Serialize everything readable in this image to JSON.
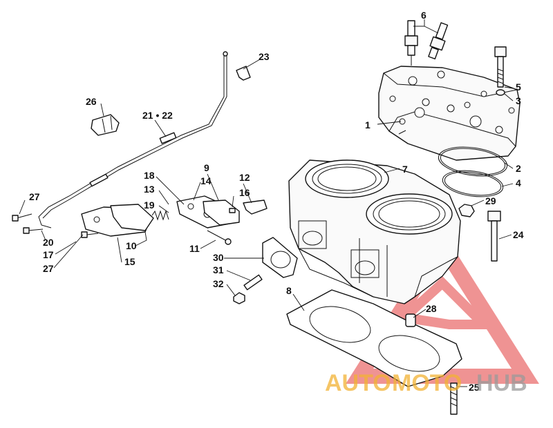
{
  "callouts": [
    {
      "id": "1",
      "label": "1"
    },
    {
      "id": "2",
      "label": "2"
    },
    {
      "id": "3",
      "label": "3"
    },
    {
      "id": "4",
      "label": "4"
    },
    {
      "id": "5",
      "label": "5"
    },
    {
      "id": "6",
      "label": "6"
    },
    {
      "id": "7",
      "label": "7"
    },
    {
      "id": "8",
      "label": "8"
    },
    {
      "id": "9",
      "label": "9"
    },
    {
      "id": "10",
      "label": "10"
    },
    {
      "id": "11",
      "label": "11"
    },
    {
      "id": "12",
      "label": "12"
    },
    {
      "id": "13",
      "label": "13"
    },
    {
      "id": "14",
      "label": "14"
    },
    {
      "id": "15",
      "label": "15"
    },
    {
      "id": "16",
      "label": "16"
    },
    {
      "id": "17",
      "label": "17"
    },
    {
      "id": "18",
      "label": "18"
    },
    {
      "id": "19",
      "label": "19"
    },
    {
      "id": "20",
      "label": "20"
    },
    {
      "id": "21-22",
      "label": "21 • 22"
    },
    {
      "id": "23",
      "label": "23"
    },
    {
      "id": "24",
      "label": "24"
    },
    {
      "id": "25",
      "label": "25"
    },
    {
      "id": "26",
      "label": "26"
    },
    {
      "id": "27a",
      "label": "27"
    },
    {
      "id": "27b",
      "label": "27"
    },
    {
      "id": "28",
      "label": "28"
    },
    {
      "id": "29",
      "label": "29"
    },
    {
      "id": "30",
      "label": "30"
    },
    {
      "id": "31",
      "label": "31"
    },
    {
      "id": "32",
      "label": "32"
    }
  ],
  "watermark": {
    "part1": "AUTO",
    "part2": "MOTO",
    "part3": "HUB",
    "color_primary": "#f2b233",
    "color_secondary": "#e23b3b"
  }
}
